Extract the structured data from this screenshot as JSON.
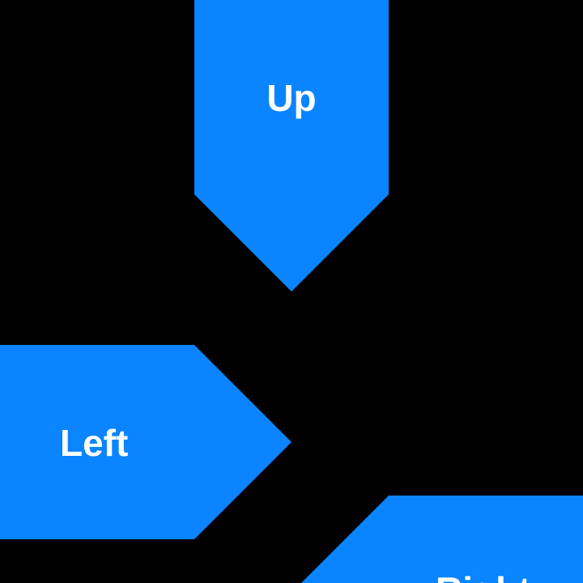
{
  "colors": {
    "background": "#000000",
    "button_fill": "#0a84ff",
    "label_text": "#ffffff"
  },
  "buttons": {
    "up": {
      "label": "Up"
    },
    "left": {
      "label": "Left"
    },
    "right": {
      "label": "Right"
    }
  }
}
